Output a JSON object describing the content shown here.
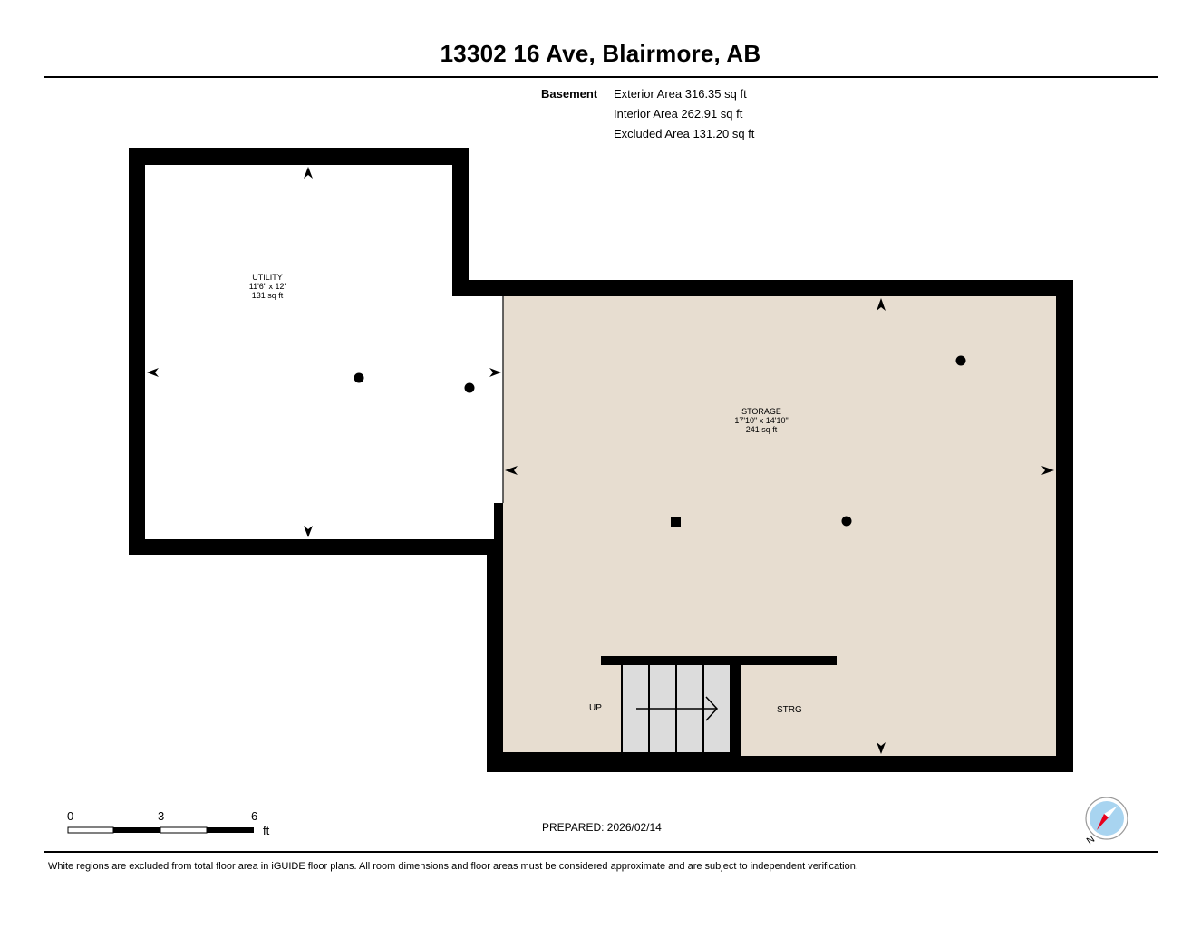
{
  "header": {
    "title": "13302 16 Ave, Blairmore, AB"
  },
  "areas": {
    "level": "Basement",
    "exterior": "Exterior Area 316.35 sq ft",
    "interior": "Interior Area 262.91 sq ft",
    "excluded": "Excluded Area 131.20 sq ft"
  },
  "rooms": [
    {
      "name": "UTILITY",
      "dims": "11'6\" x 12'",
      "area": "131 sq ft",
      "fill": "#ffffff"
    },
    {
      "name": "STORAGE",
      "dims": "17'10\" x 14'10\"",
      "area": "241 sq ft",
      "fill": "#e7ddd0"
    }
  ],
  "labels": {
    "stairs": "UP",
    "closet": "STRG"
  },
  "colors": {
    "wall": "#000000",
    "room_fill": "#e7ddd0",
    "stair_fill": "#dcdcdc",
    "compass_ring": "#a8d4f0",
    "compass_needle": "#e8001c"
  },
  "scale_bar": {
    "ticks": [
      "0",
      "3",
      "6"
    ],
    "unit": "ft"
  },
  "compass": {
    "label": "N"
  },
  "prepared": "PREPARED: 2026/02/14",
  "footer": {
    "disclaimer": "White regions are excluded from total floor area in iGUIDE floor plans. All room dimensions and floor areas must be considered approximate and are subject to independent verification."
  }
}
